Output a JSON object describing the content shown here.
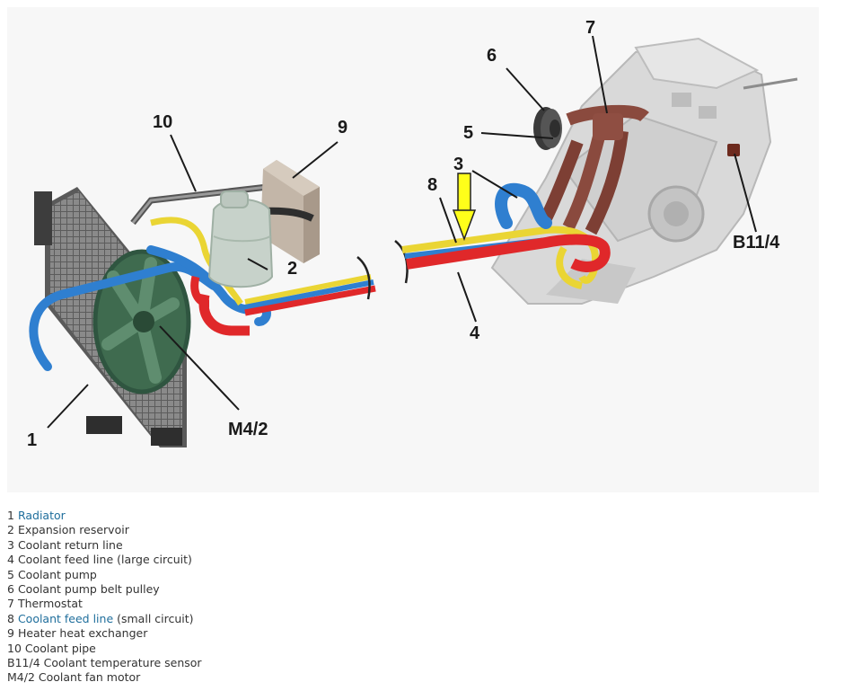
{
  "figure": {
    "callouts": {
      "c1": "1",
      "c2": "2",
      "c3": "3",
      "c4": "4",
      "c5": "5",
      "c6": "6",
      "c7": "7",
      "c8": "8",
      "c9": "9",
      "c10": "10",
      "b114": "B11/4",
      "m42": "M4/2"
    }
  },
  "legend": {
    "items": [
      {
        "code": "1",
        "link": "Radiator",
        "rest": ""
      },
      {
        "code": "2",
        "link": "",
        "rest": "Expansion reservoir"
      },
      {
        "code": "3",
        "link": "",
        "rest": "Coolant return line"
      },
      {
        "code": "4",
        "link": "",
        "rest": "Coolant feed line (large circuit)"
      },
      {
        "code": "5",
        "link": "",
        "rest": "Coolant pump"
      },
      {
        "code": "6",
        "link": "",
        "rest": "Coolant pump belt pulley"
      },
      {
        "code": "7",
        "link": "",
        "rest": "Thermostat"
      },
      {
        "code": "8",
        "link": "Coolant feed line",
        "rest": " (small circuit)"
      },
      {
        "code": "9",
        "link": "",
        "rest": "Heater heat exchanger"
      },
      {
        "code": "10",
        "link": "",
        "rest": "Coolant pipe"
      },
      {
        "code": "B11/4",
        "link": "",
        "rest": "Coolant temperature sensor"
      },
      {
        "code": "M4/2",
        "link": "",
        "rest": "Coolant fan motor"
      }
    ]
  },
  "colors": {
    "hot_line": "#e0282a",
    "return_line": "#2f7fd0",
    "small_circuit": "#ead534",
    "arrow": "#ffff1a",
    "link": "#1f6e9c"
  }
}
